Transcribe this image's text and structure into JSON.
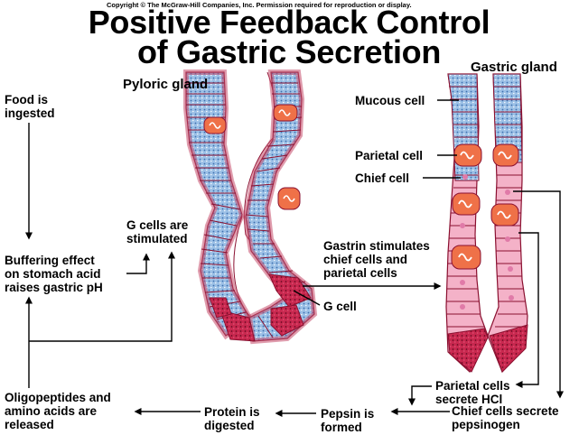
{
  "copyright": "Copyright © The McGraw-Hill Companies, Inc. Permission required for reproduction or display.",
  "title_line1": "Positive Feedback Control",
  "title_line2": "of Gastric Secretion",
  "labels": {
    "pyloric_gland": "Pyloric gland",
    "gastric_gland": "Gastric gland",
    "food_1": "Food is",
    "food_2": "ingested",
    "gcells_1": "G cells are",
    "gcells_2": "stimulated",
    "buffer_1": "Buffering effect",
    "buffer_2": "on stomach acid",
    "buffer_3": "raises gastric pH",
    "gastrin_1": "Gastrin stimulates",
    "gastrin_2": "chief cells and",
    "gastrin_3": "parietal cells",
    "g_cell": "G cell",
    "mucous_cell": "Mucous cell",
    "parietal_cell": "Parietal cell",
    "chief_cell": "Chief cell",
    "parietal_hcl_1": "Parietal cells",
    "parietal_hcl_2": "secrete HCl",
    "chief_pep_1": "Chief cells secrete",
    "chief_pep_2": "pepsinogen",
    "pepsin_1": "Pepsin is",
    "pepsin_2": "formed",
    "protein_1": "Protein is",
    "protein_2": "digested",
    "oligo_1": "Oligopeptides and",
    "oligo_2": "amino acids are",
    "oligo_3": "released"
  },
  "colors": {
    "cell_outline": "#8a1030",
    "cell_fill": "#f4a9bf",
    "nucleus_blue": "#5f8fc8",
    "dark_red": "#b51a3d",
    "parietal_orange": "#ef7148",
    "chief_pink": "#f0a0c8"
  }
}
